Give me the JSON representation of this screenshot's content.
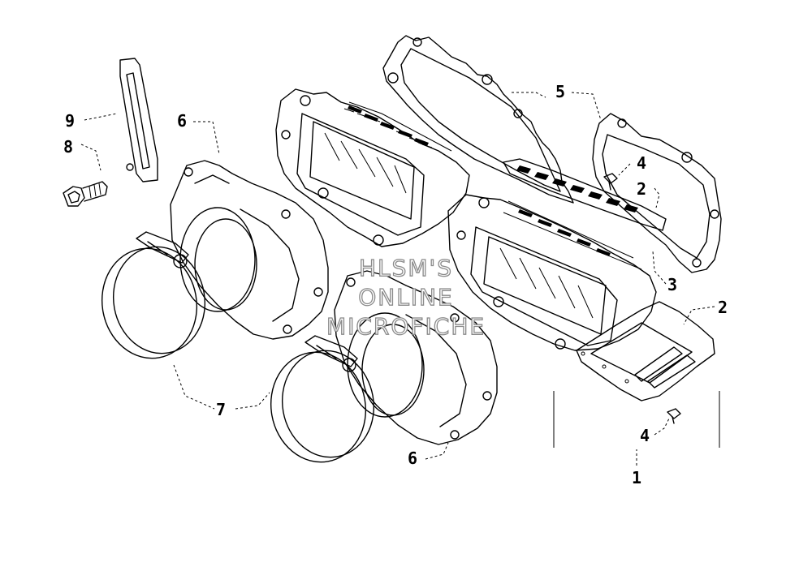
{
  "watermark": {
    "line1": "HLSM'S",
    "line2": "ONLINE",
    "line3": "MICROFICHE"
  },
  "callouts": [
    {
      "id": "c-9",
      "label": "9"
    },
    {
      "id": "c-8",
      "label": "8"
    },
    {
      "id": "c-6a",
      "label": "6"
    },
    {
      "id": "c-5",
      "label": "5"
    },
    {
      "id": "c-4a",
      "label": "4"
    },
    {
      "id": "c-2a",
      "label": "2"
    },
    {
      "id": "c-3",
      "label": "3"
    },
    {
      "id": "c-2b",
      "label": "2"
    },
    {
      "id": "c-7",
      "label": "7"
    },
    {
      "id": "c-4b",
      "label": "4"
    },
    {
      "id": "c-6b",
      "label": "6"
    },
    {
      "id": "c-1",
      "label": "1"
    }
  ]
}
